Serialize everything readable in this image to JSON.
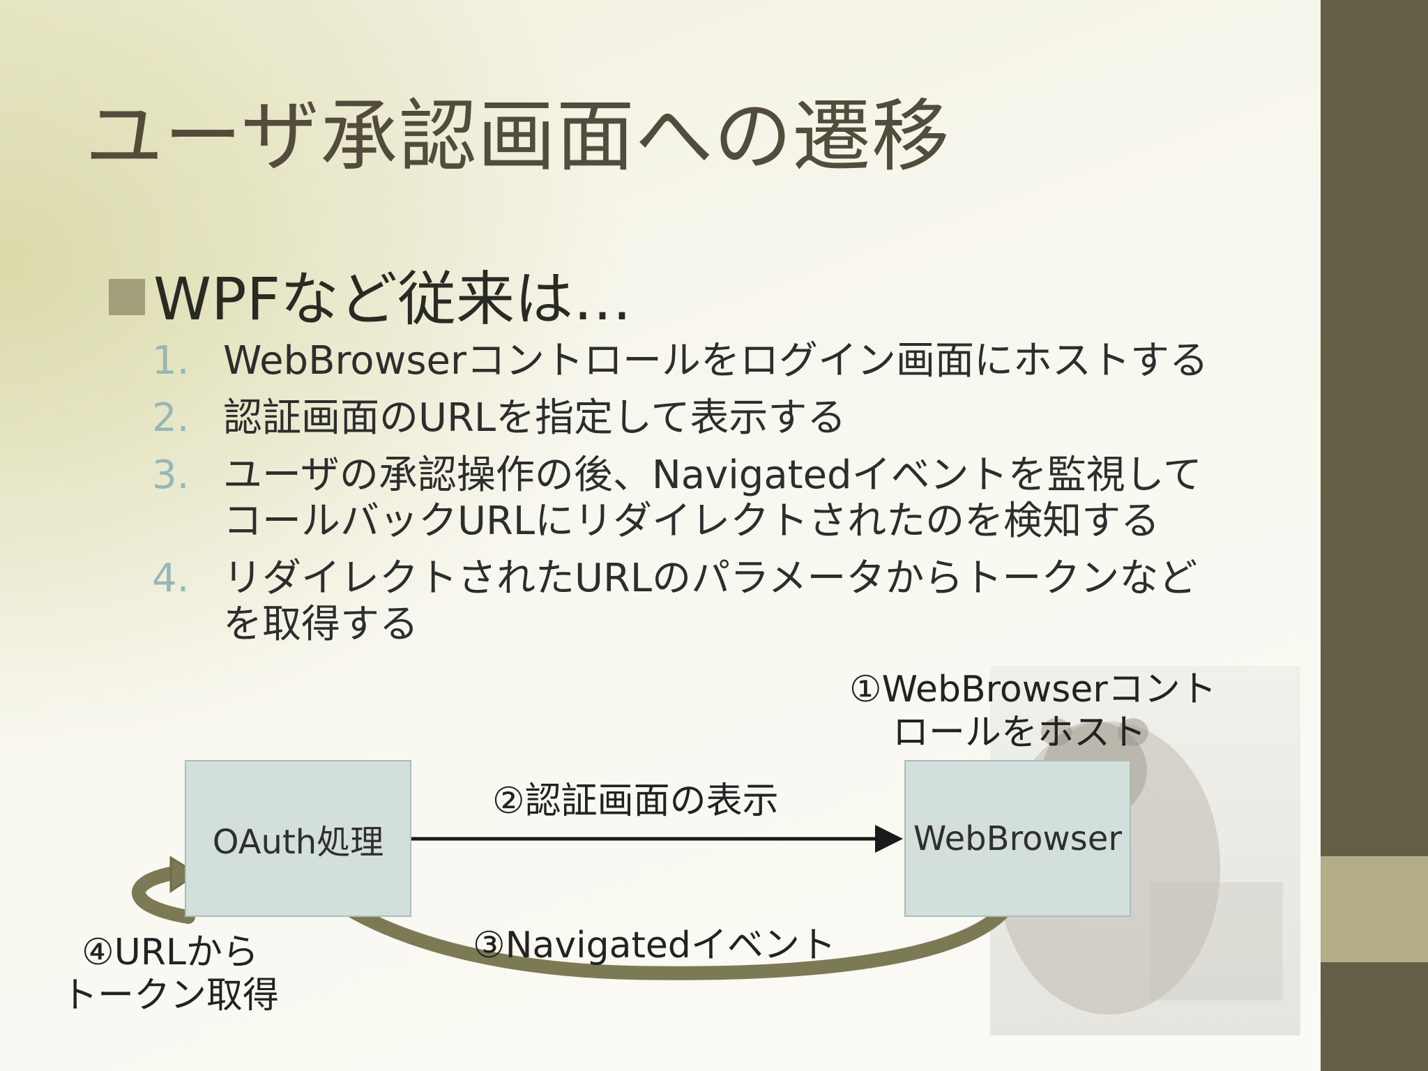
{
  "title": "ユーザ承認画面への遷移",
  "bullet": "WPFなど従来は…",
  "steps": [
    {
      "num": "1.",
      "lines": [
        "WebBrowserコントロールをログイン画面にホストする"
      ]
    },
    {
      "num": "2.",
      "lines": [
        "認証画面のURLを指定して表示する"
      ]
    },
    {
      "num": "3.",
      "lines": [
        "ユーザの承認操作の後、Navigatedイベントを監視して",
        "コールバックURLにリダイレクトされたのを検知する"
      ]
    },
    {
      "num": "4.",
      "lines": [
        "リダイレクトされたURLのパラメータからトークンなど",
        "を取得する"
      ]
    }
  ],
  "diagram": {
    "oauth_box": "OAuth処理",
    "browser_box": "WebBrowser",
    "label1": [
      "①WebBrowserコント",
      "ロールをホスト"
    ],
    "label2": "②認証画面の表示",
    "label3": "③Navigatedイベント",
    "label4": [
      "④URLから",
      "トークン取得"
    ]
  },
  "colors": {
    "sidebar": "#635e45",
    "sidebar_band": "#b3ae88",
    "box_fill": "#d3dfdb",
    "arrow_olive": "#7c7a55",
    "number_teal": "#94b8b6"
  }
}
